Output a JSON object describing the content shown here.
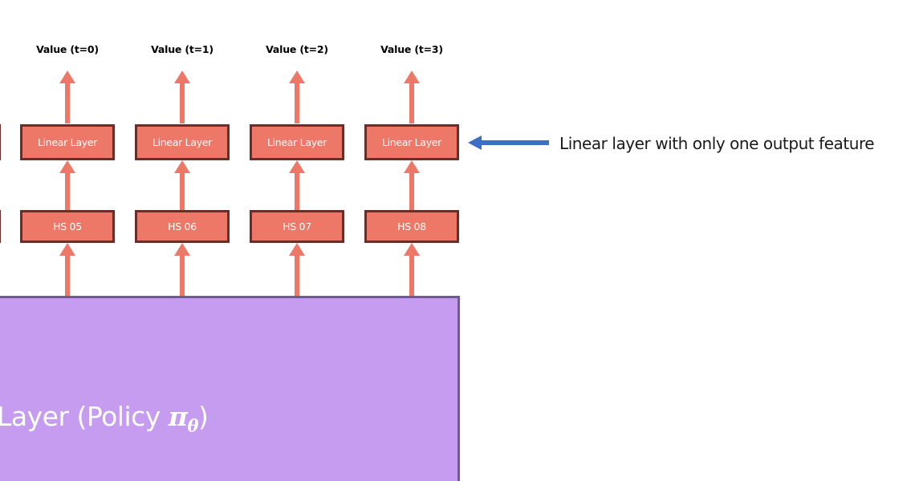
{
  "diagram": {
    "title": "Actor-Critic value head diagram",
    "colors": {
      "node_fill": "#ee7868",
      "node_border": "#6b2d28",
      "arrow": "#ee7868",
      "annotation_arrow": "#3d6fc4",
      "policy_fill": "#c59cf0",
      "policy_border": "#6f5a92",
      "background": "#ffffff",
      "node_text": "#ffffff",
      "label_text": "#000000"
    },
    "columns": [
      {
        "value_label": "Value (t=0)",
        "linear_layer_label": "Linear Layer",
        "hidden_state_label": "HS 05"
      },
      {
        "value_label": "Value (t=1)",
        "linear_layer_label": "Linear Layer",
        "hidden_state_label": "HS 06"
      },
      {
        "value_label": "Value (t=2)",
        "linear_layer_label": "Linear Layer",
        "hidden_state_label": "HS 07"
      },
      {
        "value_label": "Value (t=3)",
        "linear_layer_label": "Linear Layer",
        "hidden_state_label": "HS 08"
      }
    ],
    "annotation": {
      "text": "Linear layer with only one output feature",
      "arrow_direction": "left",
      "arrow_color": "#3d6fc4"
    },
    "policy_block": {
      "text_visible": "Layer (Policy ",
      "symbol": "π",
      "subscript": "θ",
      "text_tail": ")",
      "clipped_left": true
    }
  }
}
